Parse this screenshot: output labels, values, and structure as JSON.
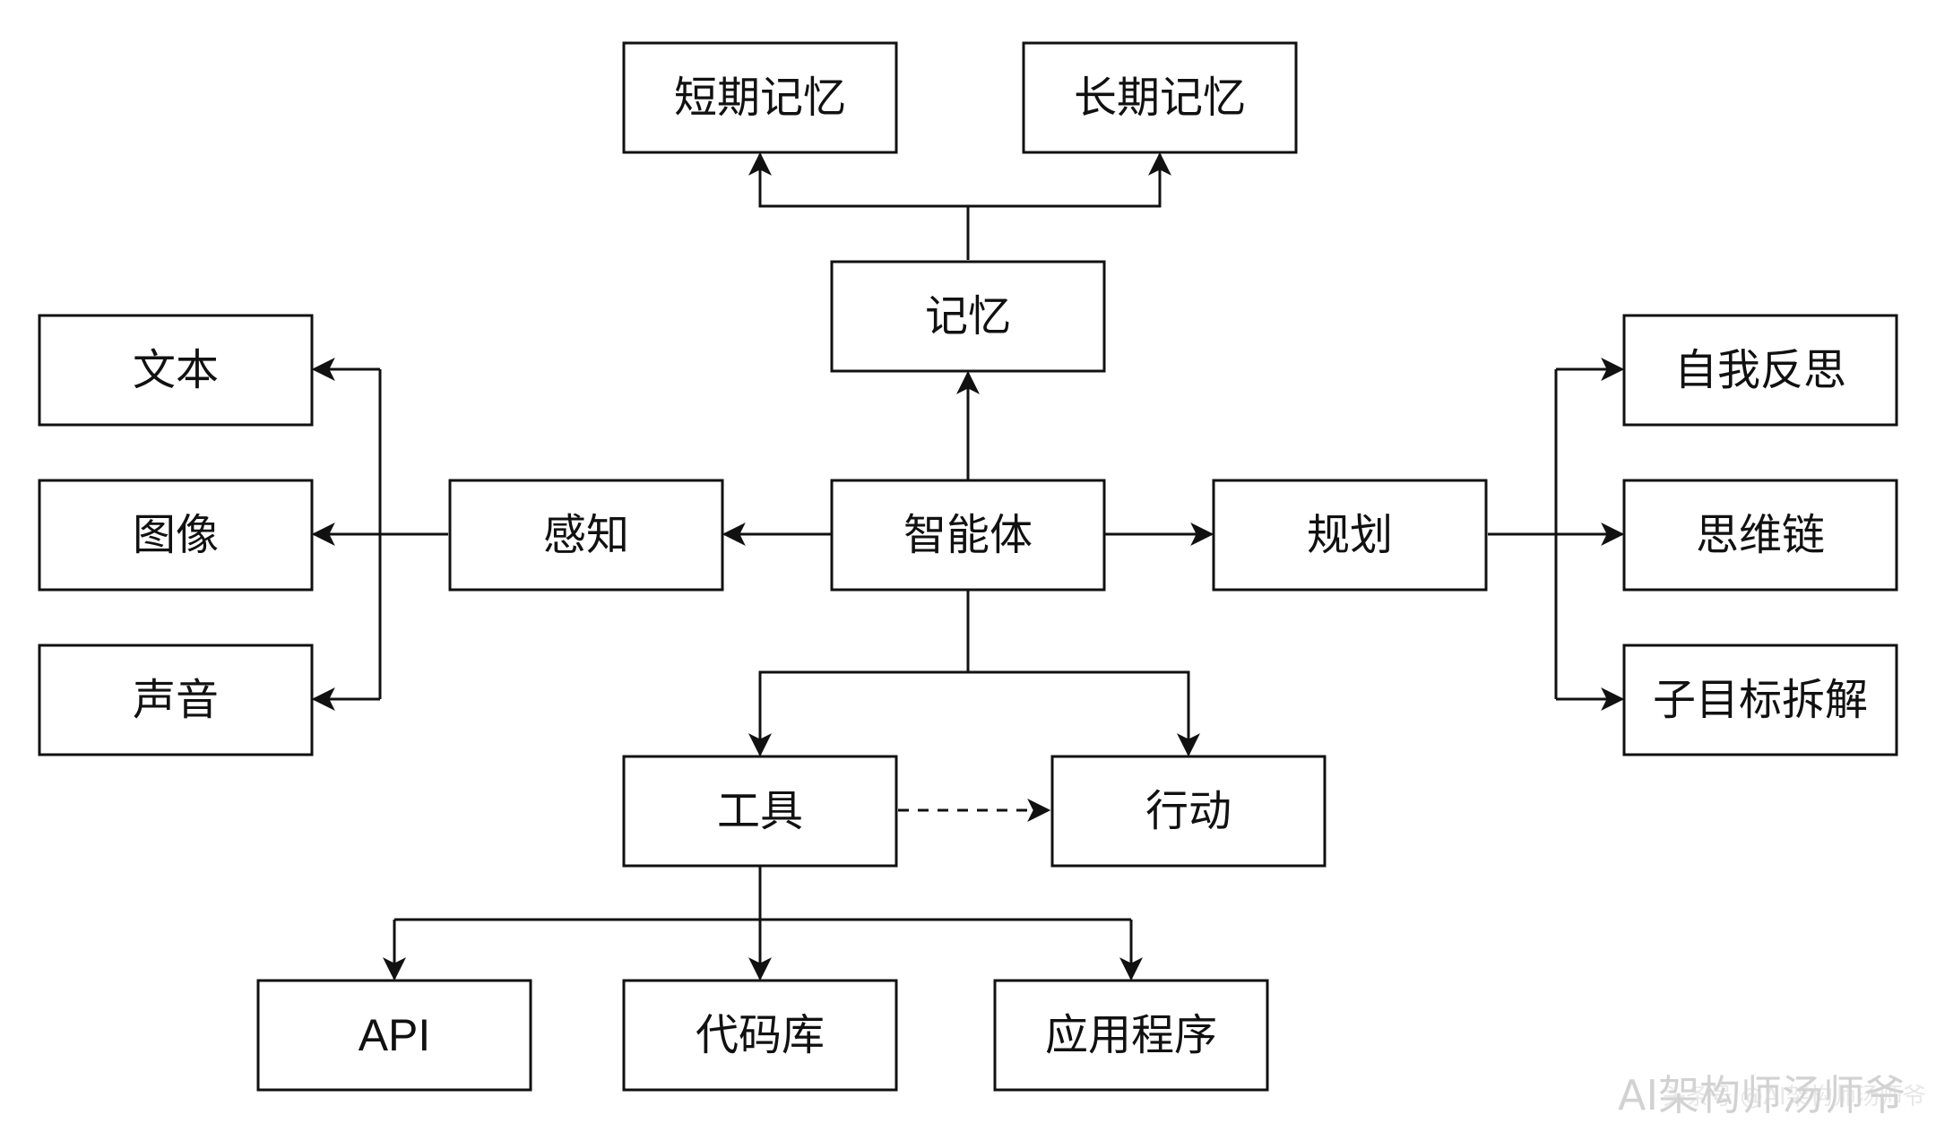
{
  "nodes": {
    "short_term_memory": "短期记忆",
    "long_term_memory": "长期记忆",
    "memory": "记忆",
    "text": "文本",
    "image": "图像",
    "sound": "声音",
    "perception": "感知",
    "agent": "智能体",
    "planning": "规划",
    "self_reflection": "自我反思",
    "chain_of_thought": "思维链",
    "subgoal_decomposition": "子目标拆解",
    "tools": "工具",
    "action": "行动",
    "api": "API",
    "codebase": "代码库",
    "application": "应用程序"
  },
  "edges": [
    {
      "from": "agent",
      "to": "memory",
      "style": "solid"
    },
    {
      "from": "memory",
      "to": "short_term_memory",
      "style": "solid"
    },
    {
      "from": "memory",
      "to": "long_term_memory",
      "style": "solid"
    },
    {
      "from": "agent",
      "to": "perception",
      "style": "solid"
    },
    {
      "from": "perception",
      "to": "text",
      "style": "solid"
    },
    {
      "from": "perception",
      "to": "image",
      "style": "solid"
    },
    {
      "from": "perception",
      "to": "sound",
      "style": "solid"
    },
    {
      "from": "agent",
      "to": "planning",
      "style": "solid"
    },
    {
      "from": "planning",
      "to": "self_reflection",
      "style": "solid"
    },
    {
      "from": "planning",
      "to": "chain_of_thought",
      "style": "solid"
    },
    {
      "from": "planning",
      "to": "subgoal_decomposition",
      "style": "solid"
    },
    {
      "from": "agent",
      "to": "tools",
      "style": "solid"
    },
    {
      "from": "agent",
      "to": "action",
      "style": "solid"
    },
    {
      "from": "tools",
      "to": "action",
      "style": "dashed"
    },
    {
      "from": "tools",
      "to": "api",
      "style": "solid"
    },
    {
      "from": "tools",
      "to": "codebase",
      "style": "solid"
    },
    {
      "from": "tools",
      "to": "application",
      "style": "solid"
    }
  ],
  "watermark": {
    "main": "AI架构师汤师爷",
    "overlay": "头条号 @AI架构师汤师爷"
  }
}
